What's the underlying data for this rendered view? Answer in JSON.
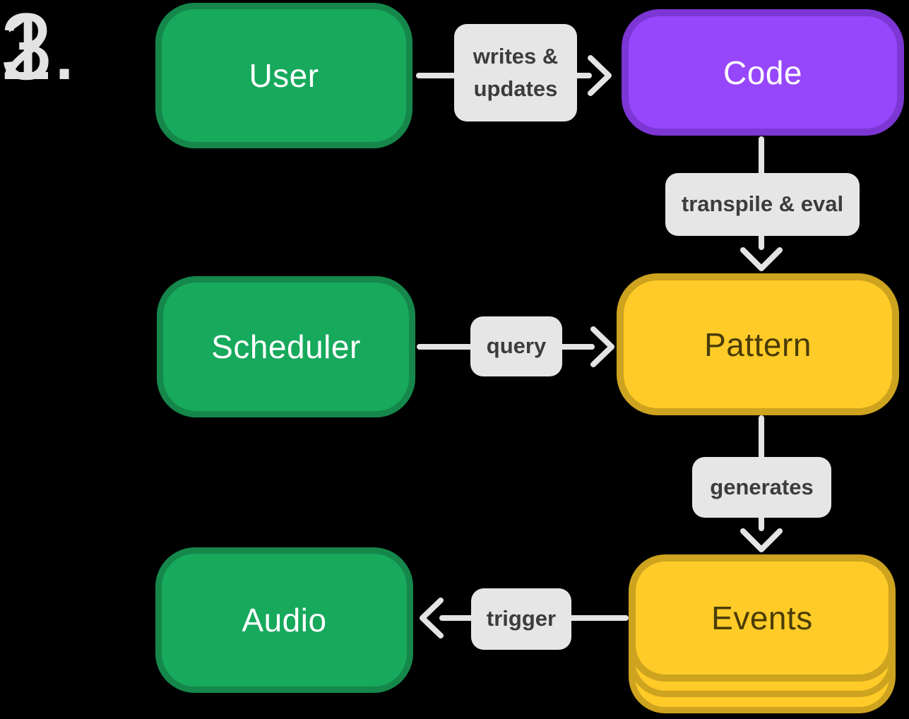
{
  "diagram": {
    "steps": [
      {
        "number": "1."
      },
      {
        "number": "2."
      },
      {
        "number": "3."
      }
    ],
    "nodes": {
      "user": {
        "label": "User",
        "color": "green"
      },
      "code": {
        "label": "Code",
        "color": "purple"
      },
      "scheduler": {
        "label": "Scheduler",
        "color": "green"
      },
      "pattern": {
        "label": "Pattern",
        "color": "yellow"
      },
      "audio": {
        "label": "Audio",
        "color": "green"
      },
      "events": {
        "label": "Events",
        "color": "yellow",
        "stacked": true
      }
    },
    "edges": {
      "writes_updates": {
        "line1": "writes &",
        "line2": "updates",
        "from": "user",
        "to": "code",
        "direction": "right"
      },
      "transpile_eval": {
        "label": "transpile & eval",
        "from": "code",
        "to": "pattern",
        "direction": "down"
      },
      "query": {
        "label": "query",
        "from": "scheduler",
        "to": "pattern",
        "direction": "right"
      },
      "generates": {
        "label": "generates",
        "from": "pattern",
        "to": "events",
        "direction": "down"
      },
      "trigger": {
        "label": "trigger",
        "from": "events",
        "to": "audio",
        "direction": "left"
      }
    }
  },
  "colors": {
    "bg": "#000000",
    "green-fill": "#17a95c",
    "green-border": "#15874b",
    "purple-fill": "#9747fb",
    "purple-border": "#7b36d4",
    "yellow-fill": "#ffcb28",
    "yellow-border": "#cda31f",
    "yellow-text": "#4a3c07",
    "label-bg": "#e6e6e6",
    "label-text": "#3c3c3c",
    "arrow": "#e4e4e4",
    "number": "#e3e3e3"
  }
}
